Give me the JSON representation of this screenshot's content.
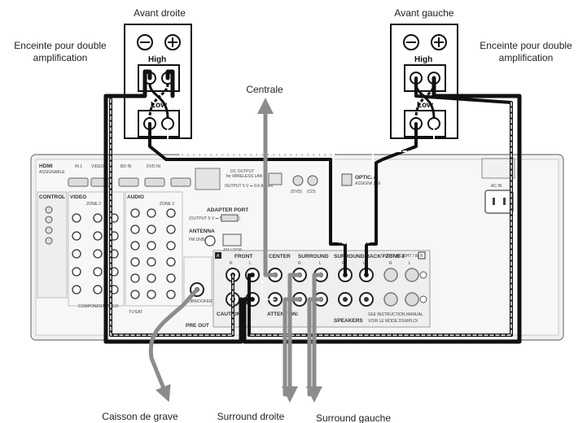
{
  "labels": {
    "front_right": "Avant droite",
    "front_left": "Avant gauche",
    "biamp_right": [
      "Enceinte pour double",
      "amplification"
    ],
    "biamp_left": [
      "Enceinte pour double",
      "amplification"
    ],
    "center": "Centrale",
    "subwoofer": "Caisson de grave",
    "surround_right": "Surround droite",
    "surround_left": "Surround gauche"
  },
  "speaker_terminals": {
    "high": "High",
    "low": "Low"
  },
  "receiver_panel": {
    "hdmi": "HDMI",
    "hdmi_sub": "ASSIGNABLE",
    "in1": "IN 1",
    "video_in": "VIDEO",
    "bd_in": "BD IN",
    "dvd_in": "DVD IN",
    "dc_output": "DC OUTPUT",
    "dc_output_sub": "for WIRELESS LAN",
    "dc_output_sub2": "OUTPUT 5 V ⎓ 0.6 A MAX",
    "optical": "OPTICAL",
    "optical_sub": "ASSIGNABLE",
    "in_dvd": "(DVD)",
    "in_cd": "(CD)",
    "ac_in": "AC IN",
    "control": "CONTROL",
    "video": "VIDEO",
    "zone2": "ZONE 2",
    "audio": "AUDIO",
    "adapter_port": "ADAPTER PORT",
    "adapter_port_sub": "(OUTPUT 5 V ⎓ 0.1 A MAX)",
    "antenna": "ANTENNA",
    "fm_unbal": "FM UNBAL",
    "am_loop": "AM LOOP",
    "pre_out": "PRE OUT",
    "subwoofer": "SUBWOOFER",
    "component_video": "COMPONENT VIDEO",
    "tv_sat": "TV/SAT",
    "speakers": "SPEAKERS",
    "front": "FRONT",
    "center": "CENTER",
    "surround": "SURROUND",
    "surround_back": "SURROUND BACK / ZONE 2",
    "front_height": "FRONT HEIGHT / WIDE",
    "caution": "CAUTION:",
    "attention": "ATTENTION:",
    "zone_a": "A",
    "zone_b": "B",
    "r": "R",
    "l": "L",
    "manual_note1": "SEE INSTRUCTION MANUAL",
    "manual_note2": "VOIR LE MODE D'EMPLOI"
  }
}
